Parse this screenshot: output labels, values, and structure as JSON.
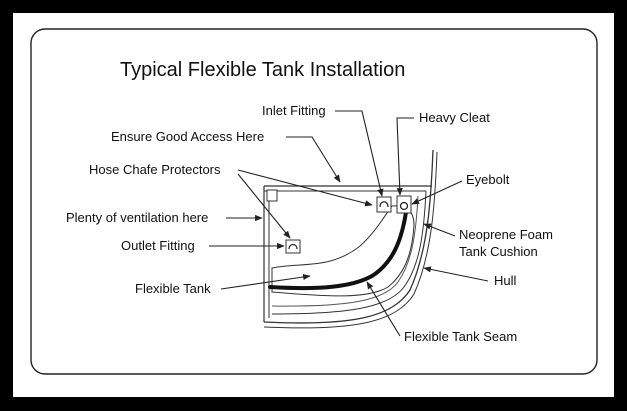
{
  "diagram": {
    "title": "Typical Flexible Tank Installation",
    "labels": {
      "inlet_fitting": "Inlet Fitting",
      "heavy_cleat": "Heavy Cleat",
      "ensure_access": "Ensure Good Access Here",
      "hose_chafe": "Hose Chafe Protectors",
      "eyebolt": "Eyebolt",
      "ventilation": "Plenty of ventilation here",
      "neoprene_line1": "Neoprene Foam",
      "neoprene_line2": "Tank Cushion",
      "outlet_fitting": "Outlet Fitting",
      "hull": "Hull",
      "flexible_tank": "Flexible Tank",
      "tank_seam": "Flexible Tank Seam"
    },
    "colors": {
      "frame_background": "#000000",
      "sheet_background": "#ffffff",
      "ink": "#111111"
    }
  }
}
